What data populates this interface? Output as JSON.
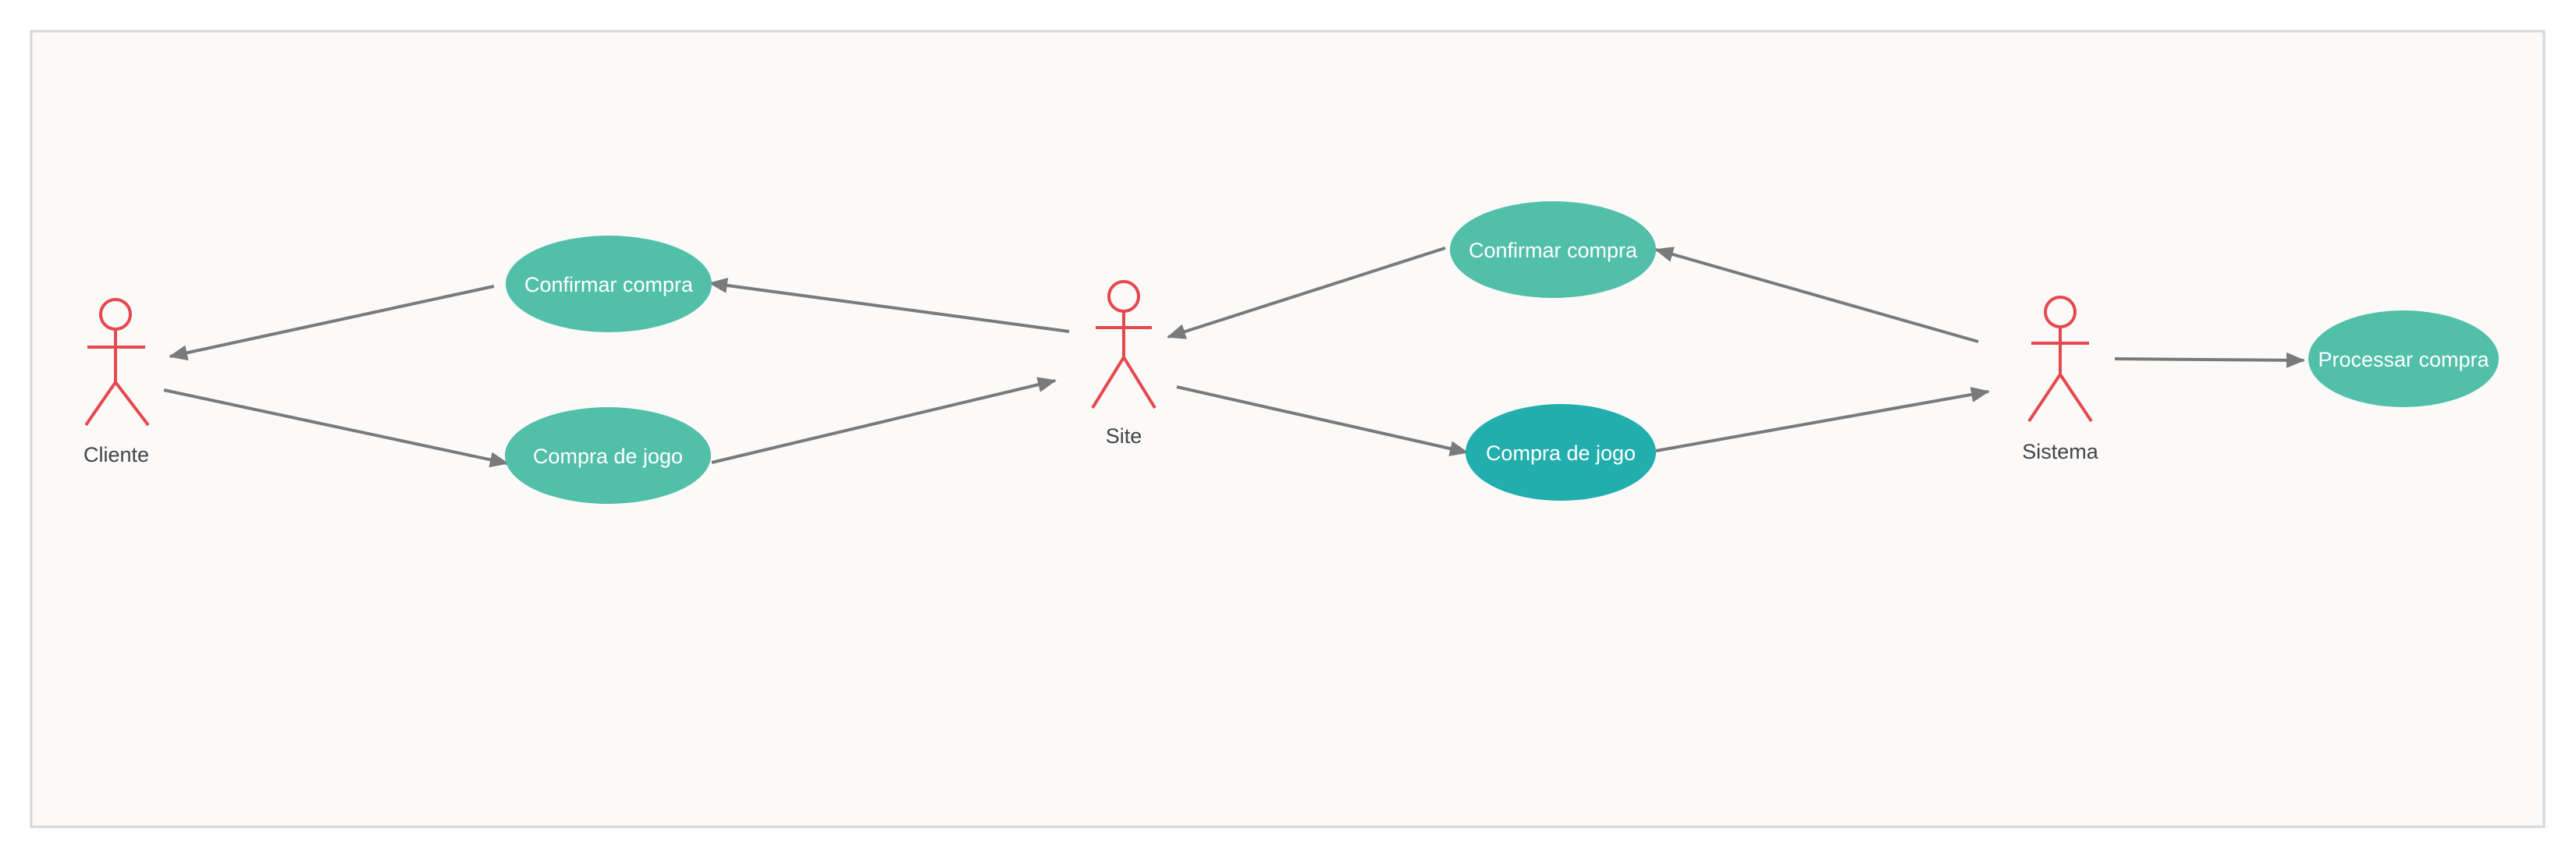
{
  "colors": {
    "background": "#fbfaf9",
    "frame_border": "#d6d6d6",
    "actor_stroke": "#e5484d",
    "usecase_fill": "#52bfa9",
    "usecase_highlight_fill": "#22aead",
    "edge": "#7a7a7a"
  },
  "actors": {
    "cliente": {
      "label": "Cliente"
    },
    "site": {
      "label": "Site"
    },
    "sistema": {
      "label": "Sistema"
    }
  },
  "use_cases": {
    "confirmar_compra_1": {
      "label": "Confirmar compra",
      "highlight": false
    },
    "compra_de_jogo_1": {
      "label": "Compra de jogo",
      "highlight": false
    },
    "confirmar_compra_2": {
      "label": "Confirmar compra",
      "highlight": false
    },
    "compra_de_jogo_2": {
      "label": "Compra de jogo",
      "highlight": true
    },
    "processar_compra": {
      "label": "Processar compra",
      "highlight": false
    }
  },
  "edges": [
    {
      "from": "confirmar_compra_1",
      "to": "cliente"
    },
    {
      "from": "cliente",
      "to": "compra_de_jogo_1"
    },
    {
      "from": "site",
      "to": "confirmar_compra_1"
    },
    {
      "from": "compra_de_jogo_1",
      "to": "site"
    },
    {
      "from": "confirmar_compra_2",
      "to": "site"
    },
    {
      "from": "site",
      "to": "compra_de_jogo_2"
    },
    {
      "from": "sistema",
      "to": "confirmar_compra_2"
    },
    {
      "from": "compra_de_jogo_2",
      "to": "sistema"
    },
    {
      "from": "sistema",
      "to": "processar_compra"
    }
  ]
}
